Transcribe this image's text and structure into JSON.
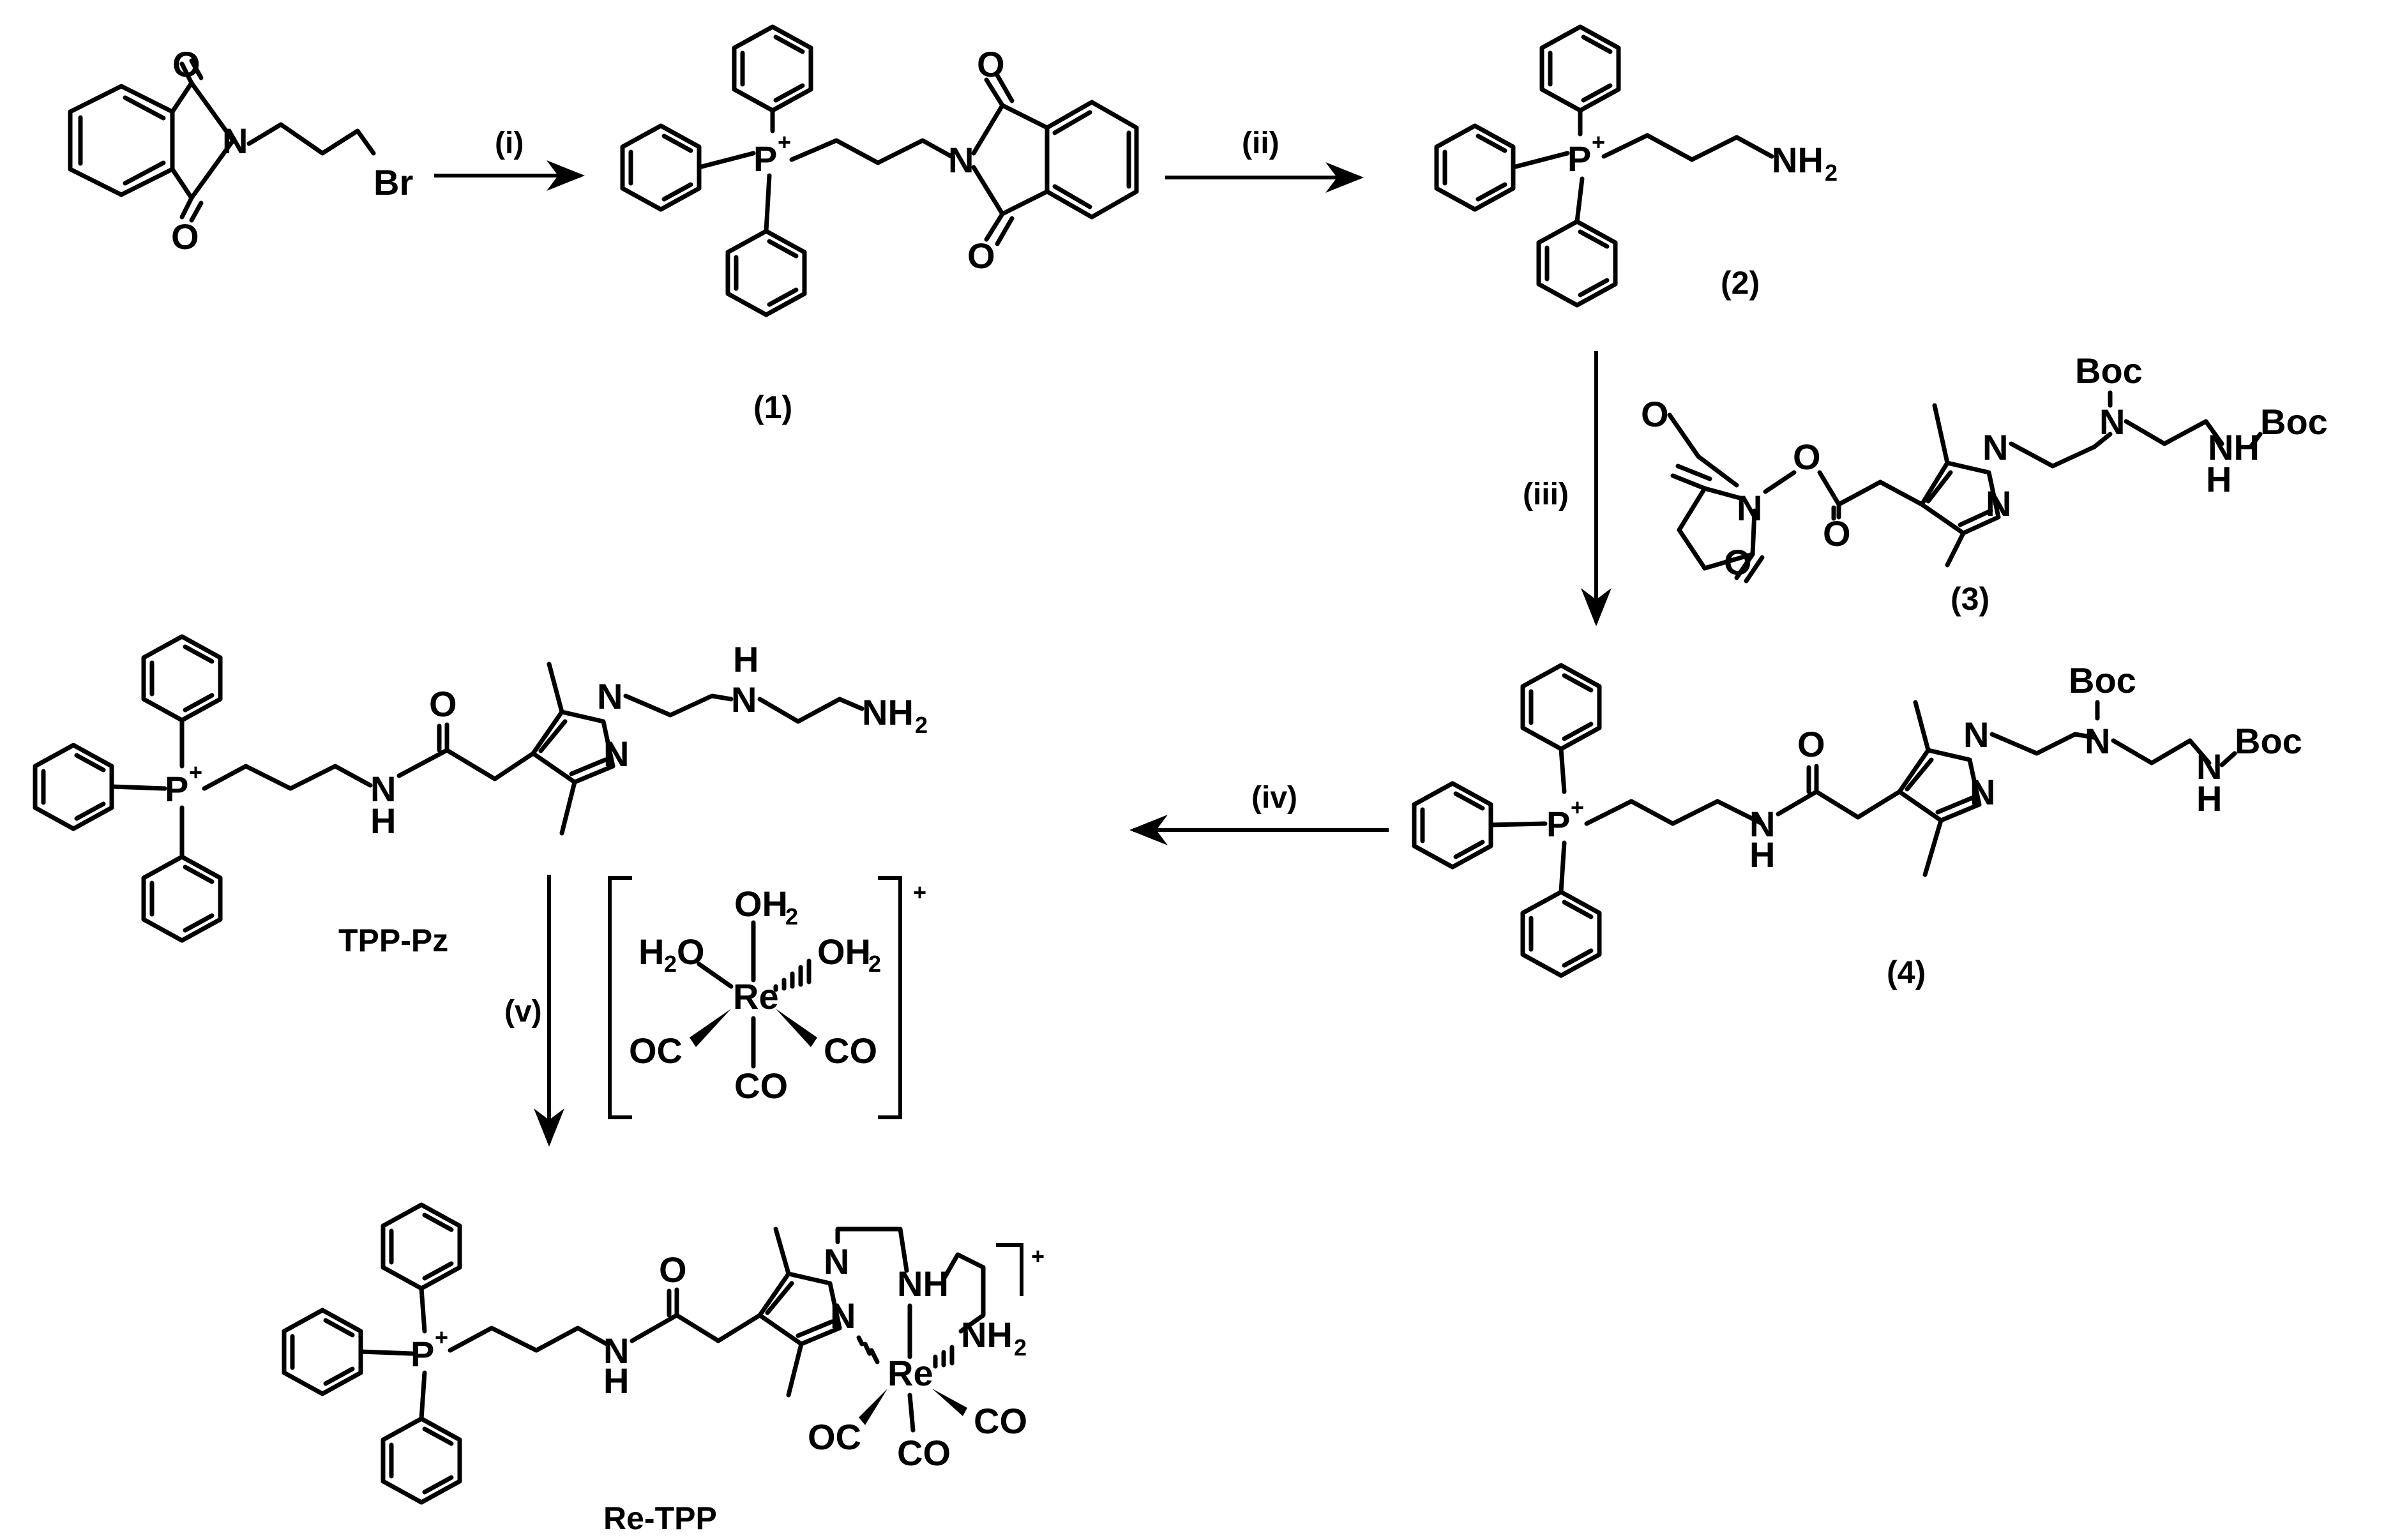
{
  "reagents": {
    "i": "(i)",
    "ii": "(ii)",
    "iii": "(iii)",
    "iv": "(iv)",
    "v": "(v)"
  },
  "compounds": {
    "c1": "(1)",
    "c2": "(2)",
    "c3": "(3)",
    "c4": "(4)",
    "tpp_pz": "TPP-Pz",
    "re_tpp": "Re-TPP"
  },
  "atoms": {
    "O": "O",
    "N": "N",
    "Br": "Br",
    "P": "P",
    "plus": "+",
    "NH": "NH",
    "NH2": "NH",
    "H2sub": "2",
    "H": "H",
    "Boc": "Boc",
    "Re": "Re",
    "OC": "OC",
    "CO": "CO",
    "OH2": "OH",
    "H2O": "H",
    "two": "2"
  },
  "colors": {
    "ink": "#000000",
    "background": "#ffffff"
  }
}
